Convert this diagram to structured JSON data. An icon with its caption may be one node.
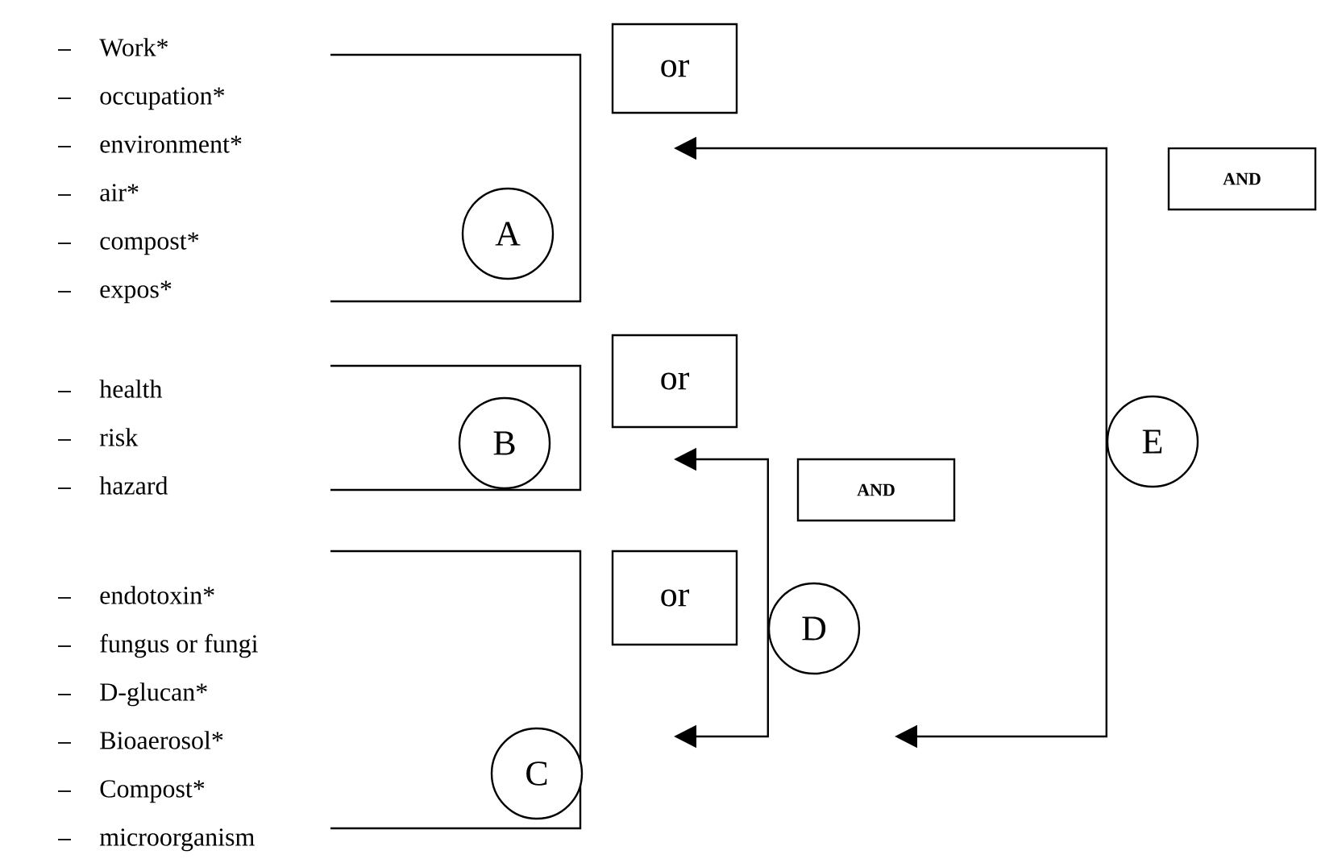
{
  "diagram": {
    "nodes": [
      {
        "text": [
          "Work*",
          "occupation*",
          "environment*",
          "air*",
          "compost*",
          "expos*"
        ]
      },
      {
        "text": [
          "health",
          "risk",
          "hazard"
        ]
      },
      {
        "text": [
          "endotoxin*",
          "fungus or fungi",
          "D-glucan*",
          "Bioaerosol*",
          "Compost*",
          "microorganism"
        ]
      },
      {
        "text": [
          "A"
        ],
        "in": 0
      },
      {
        "text": [
          "B"
        ],
        "in": 1
      },
      {
        "text": [
          "C"
        ],
        "in": 2
      },
      {
        "text": [
          "or"
        ]
      },
      {
        "text": [
          "or"
        ]
      },
      {
        "text": [
          "or"
        ]
      },
      {
        "text": [
          "D"
        ]
      },
      {
        "text": [
          "AND"
        ]
      },
      {
        "text": [
          "E"
        ]
      },
      {
        "text": [
          "AND"
        ]
      }
    ],
    "edges": [
      {
        "from": 9,
        "to": null,
        "arrow": "to"
      },
      {
        "from": 9,
        "to": null,
        "arrow": "to"
      },
      {
        "from": 11,
        "to": null,
        "arrow": "to"
      },
      {
        "from": 11,
        "to": null,
        "arrow": "to"
      }
    ]
  }
}
